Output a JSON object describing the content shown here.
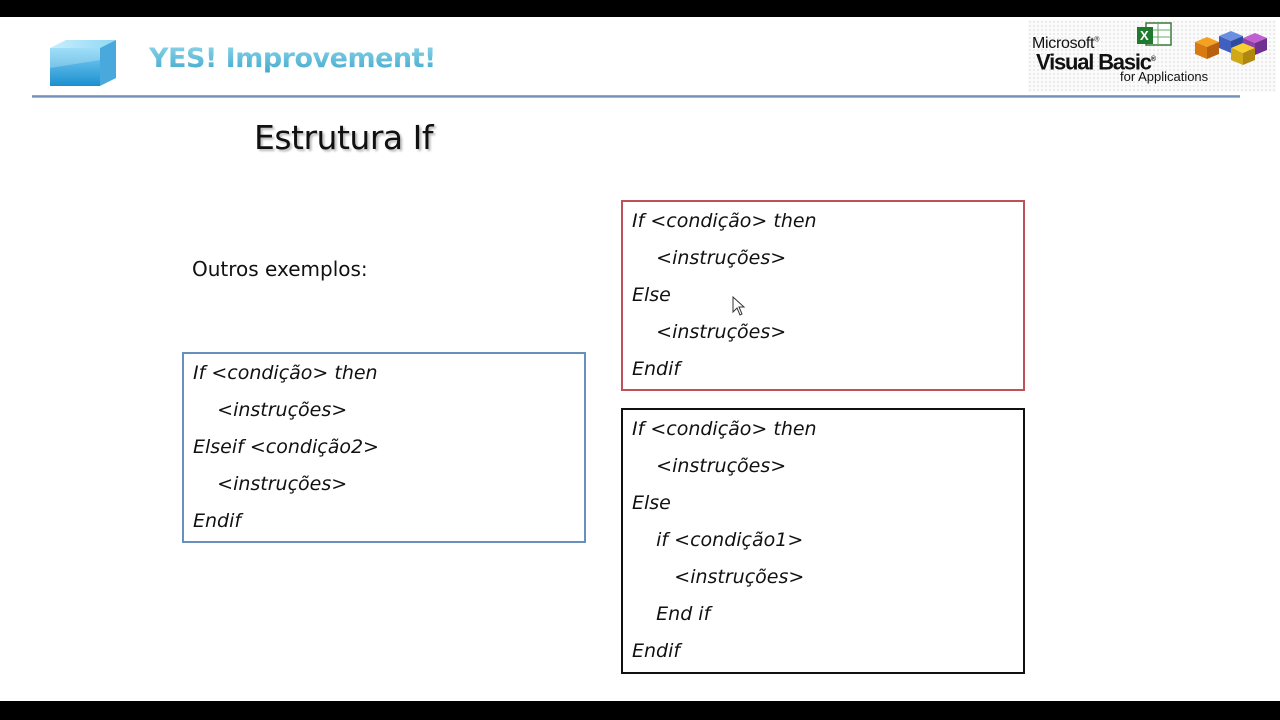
{
  "header": {
    "brand": "YES! Improvement!",
    "logo": {
      "line1": "Microsoft",
      "line2": "Visual Basic",
      "line3": "for Applications",
      "mark": "®"
    }
  },
  "slide": {
    "title": "Estrutura If",
    "subtitle": "Outros exemplos:"
  },
  "boxes": {
    "blue": [
      "If <condição> then",
      "    <instruções>",
      "Elseif <condição2>",
      "    <instruções>",
      "Endif"
    ],
    "red": [
      "If <condição> then",
      "    <instruções>",
      "Else",
      "    <instruções>",
      "Endif"
    ],
    "black": [
      "If <condição> then",
      "    <instruções>",
      "Else",
      "    if <condição1>",
      "       <instruções>",
      "    End if",
      "Endif"
    ]
  },
  "colors": {
    "brand": "#5bb8d8",
    "rule": "#6b8db5",
    "box_blue": "#6a8fbf",
    "box_red": "#c0505a",
    "box_black": "#111111"
  },
  "icons": {
    "logo_cube": "glass-cube-icon",
    "excel": "excel-icon",
    "blocks": "colored-blocks-icon",
    "cursor": "mouse-pointer-icon"
  }
}
